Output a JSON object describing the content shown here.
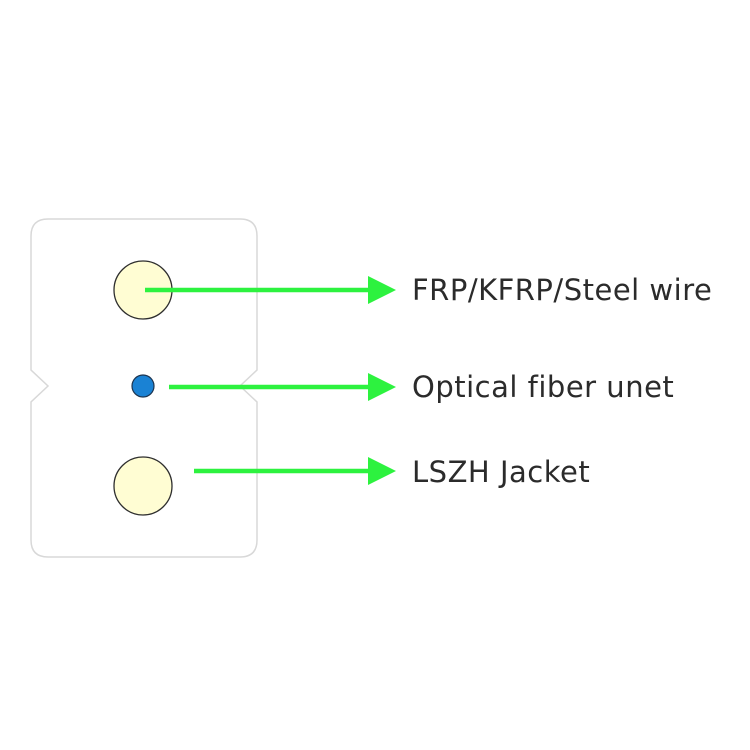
{
  "labels": {
    "strength_member": "FRP/KFRP/Steel wire",
    "optical_fiber": "Optical fiber unet",
    "jacket": "LSZH Jacket"
  },
  "colors": {
    "arrow": "#2df23f",
    "strength_member_fill": "#fffdd3",
    "fiber_fill": "#1a82d4",
    "jacket_outline": "#d8d8d8",
    "label_text": "#2b2b2b"
  }
}
